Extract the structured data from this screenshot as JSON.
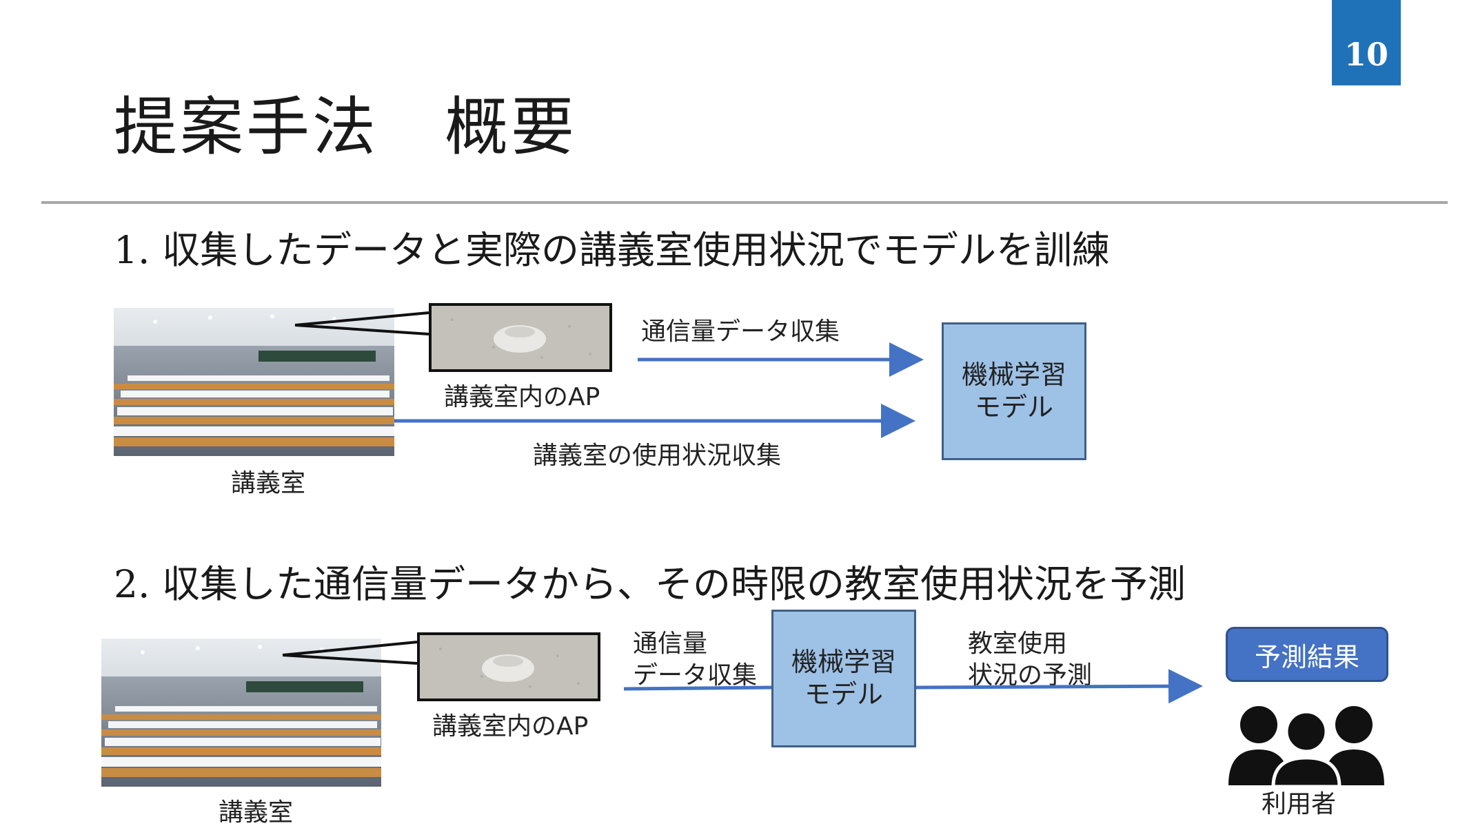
{
  "page_number": "10",
  "title": "提案手法　概要",
  "section1": {
    "heading": "1.  収集したデータと実際の講義室使用状況でモデルを訓練",
    "lecture_room_label": "講義室",
    "ap_label": "講義室内のAP",
    "traffic_label": "通信量データ収集",
    "usage_label": "講義室の使用状況収集",
    "model_line1": "機械学習",
    "model_line2": "モデル"
  },
  "section2": {
    "heading": "2.  収集した通信量データから、その時限の教室使用状況を予測",
    "lecture_room_label": "講義室",
    "ap_label": "講義室内のAP",
    "traffic_line1": "通信量",
    "traffic_line2": "データ収集",
    "model_line1": "機械学習",
    "model_line2": "モデル",
    "predict_line1": "教室使用",
    "predict_line2": "状況の予測",
    "result_label": "予測結果",
    "users_label": "利用者"
  },
  "colors": {
    "accent": "#1f72b8",
    "arrow": "#4472c4",
    "model_fill": "#9ec1e6",
    "result_fill": "#4472c4"
  }
}
